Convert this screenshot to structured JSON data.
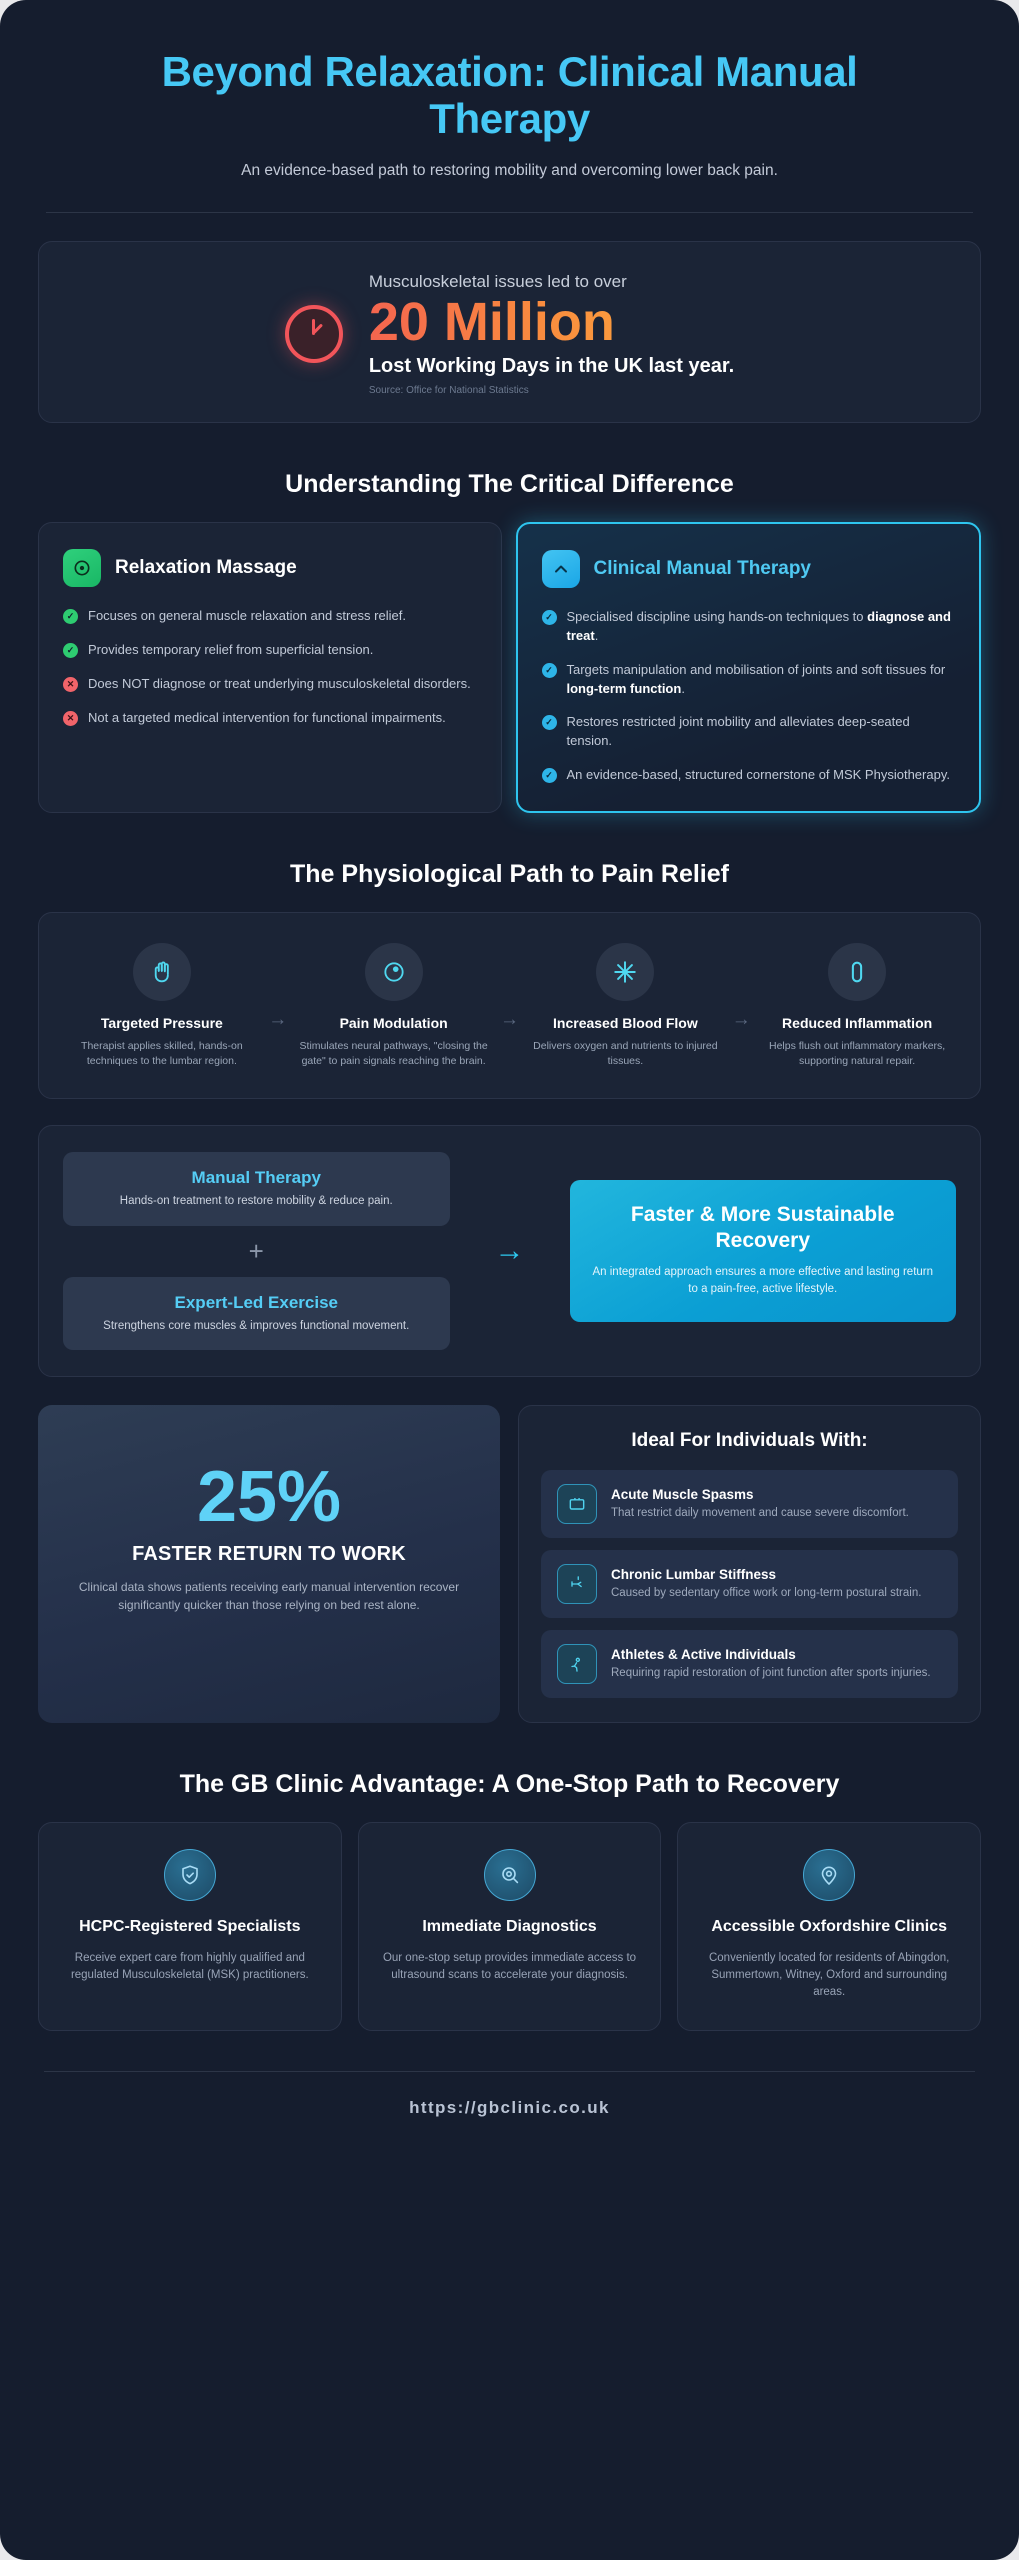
{
  "header": {
    "title": "Beyond Relaxation: Clinical Manual Therapy",
    "subtitle": "An evidence-based path to restoring mobility and overcoming lower back pain."
  },
  "stat_banner": {
    "icon": "clock-icon",
    "kicker": "Musculoskeletal issues led to over",
    "value": "20 Million",
    "line": "Lost Working Days in the UK last year.",
    "source": "Source: Office for National Statistics",
    "accent_gradient": [
      "#f4654f",
      "#fbb03b"
    ],
    "icon_color": "#f2555a"
  },
  "comparison": {
    "heading": "Understanding The Critical Difference",
    "cards": [
      {
        "title": "Relaxation Massage",
        "badge_icon": "target-dot-icon",
        "badge_color": "#2fd07c",
        "highlight": false,
        "items": [
          {
            "mark": "ok",
            "text": "Focuses on general muscle relaxation and stress relief."
          },
          {
            "mark": "ok",
            "text": "Provides temporary relief from superficial tension."
          },
          {
            "mark": "no",
            "text": "Does NOT diagnose or treat underlying musculoskeletal disorders."
          },
          {
            "mark": "no",
            "text": "Not a targeted medical intervention for functional impairments."
          }
        ]
      },
      {
        "title": "Clinical Manual Therapy",
        "badge_icon": "chevron-up-icon",
        "badge_color": "#43c4f2",
        "highlight": true,
        "items": [
          {
            "mark": "cy",
            "text": "Specialised discipline using hands-on techniques to ",
            "bold": "diagnose and treat",
            "tail": "."
          },
          {
            "mark": "cy",
            "text": "Targets manipulation and mobilisation of joints and soft tissues for ",
            "bold": "long-term function",
            "tail": "."
          },
          {
            "mark": "cy",
            "text": "Restores restricted joint mobility and alleviates deep-seated tension."
          },
          {
            "mark": "cy",
            "text": "An evidence-based, structured cornerstone of MSK Physiotherapy."
          }
        ]
      }
    ]
  },
  "pathway": {
    "heading": "The Physiological Path to Pain Relief",
    "arrow": "→",
    "steps": [
      {
        "icon": "hand-icon",
        "title": "Targeted Pressure",
        "desc": "Therapist applies skilled, hands-on techniques to the lumbar region."
      },
      {
        "icon": "brain-circle-icon",
        "title": "Pain Modulation",
        "desc": "Stimulates neural pathways, \"closing the gate\" to pain signals reaching the brain."
      },
      {
        "icon": "asterisk-burst-icon",
        "title": "Increased Blood Flow",
        "desc": "Delivers oxygen and nutrients to injured tissues."
      },
      {
        "icon": "capsule-zero-icon",
        "title": "Reduced Inflammation",
        "desc": "Helps flush out inflammatory markers, supporting natural repair."
      }
    ]
  },
  "synergy": {
    "plus": "+",
    "arrow": "→",
    "inputs": [
      {
        "title": "Manual Therapy",
        "desc": "Hands-on treatment to restore mobility & reduce pain."
      },
      {
        "title": "Expert-Led Exercise",
        "desc": "Strengthens core muscles & improves functional movement."
      }
    ],
    "result": {
      "title": "Faster & More Sustainable Recovery",
      "desc": "An integrated approach ensures a more effective and lasting return to a pain-free, active lifestyle."
    }
  },
  "outcome": {
    "percent": "25%",
    "label": "FASTER RETURN TO WORK",
    "desc": "Clinical data shows patients receiving early manual intervention recover significantly quicker than those relying on bed rest alone.",
    "ideal_heading": "Ideal For Individuals With:",
    "ideal_items": [
      {
        "icon": "spasm-card-icon",
        "title": "Acute Muscle Spasms",
        "desc": "That restrict daily movement and cause severe discomfort."
      },
      {
        "icon": "spine-stiffness-icon",
        "title": "Chronic Lumbar Stiffness",
        "desc": "Caused by sedentary office work or long-term postural strain."
      },
      {
        "icon": "athlete-run-icon",
        "title": "Athletes & Active Individuals",
        "desc": "Requiring rapid restoration of joint function after sports injuries."
      }
    ]
  },
  "advantage": {
    "heading": "The GB Clinic Advantage: A One-Stop Path to Recovery",
    "cards": [
      {
        "icon": "shield-check-icon",
        "title": "HCPC-Registered Specialists",
        "desc": "Receive expert care from highly qualified and regulated Musculoskeletal (MSK) practitioners."
      },
      {
        "icon": "magnifier-target-icon",
        "title": "Immediate Diagnostics",
        "desc": "Our one-stop setup provides immediate access to ultrasound scans to accelerate your diagnosis."
      },
      {
        "icon": "map-pin-icon",
        "title": "Accessible Oxfordshire Clinics",
        "desc": "Conveniently located for residents of Abingdon, Summertown, Witney, Oxford and surrounding areas."
      }
    ]
  },
  "footer": {
    "url": "https://gbclinic.co.uk"
  }
}
